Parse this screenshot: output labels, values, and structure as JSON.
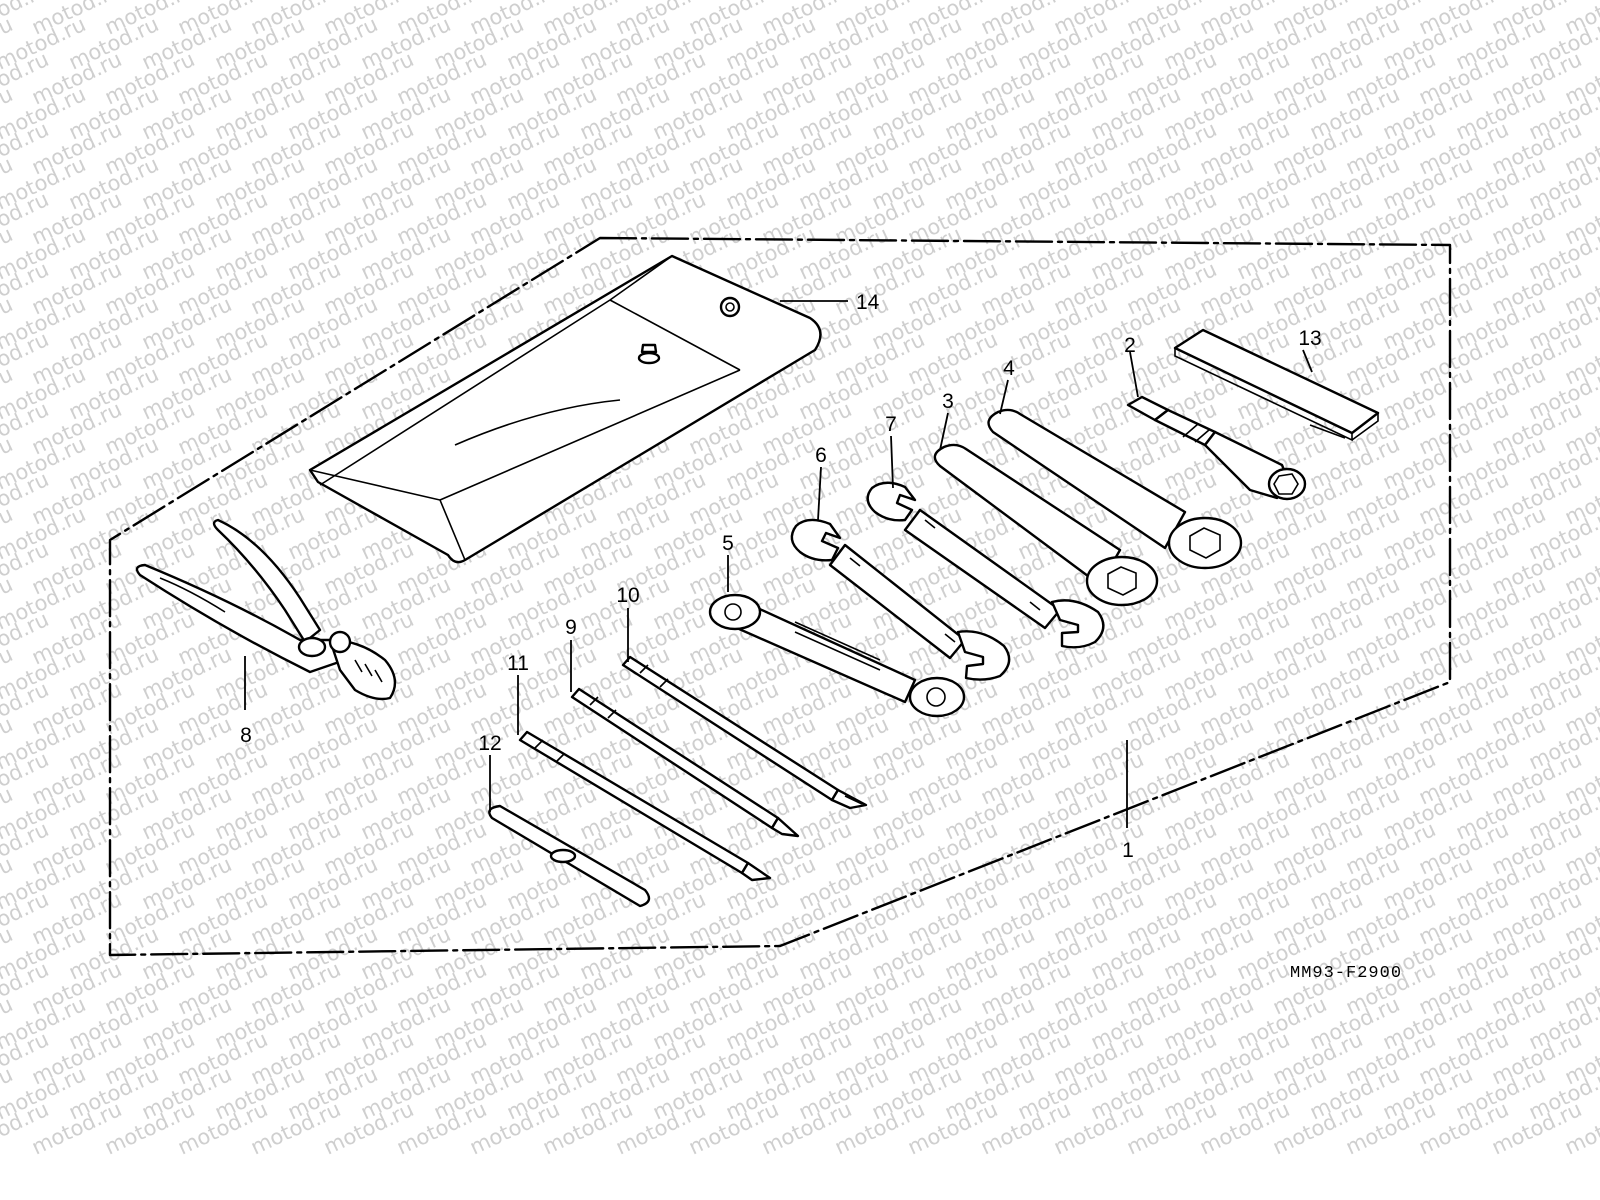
{
  "watermark": {
    "text": "motod.ru",
    "color": "#cfcfcf"
  },
  "diagram_code": "MM93-F2900",
  "callouts": {
    "c1": "1",
    "c2": "2",
    "c3": "3",
    "c4": "4",
    "c5": "5",
    "c6": "6",
    "c7": "7",
    "c8": "8",
    "c9": "9",
    "c10": "10",
    "c11": "11",
    "c12": "12",
    "c13": "13",
    "c14": "14"
  },
  "parts": [
    {
      "label": "1",
      "icon": "tool-kit-set-outline"
    },
    {
      "label": "2",
      "icon": "spark-plug-socket-wrench-icon"
    },
    {
      "label": "3",
      "icon": "box-wrench-icon"
    },
    {
      "label": "4",
      "icon": "box-wrench-icon"
    },
    {
      "label": "5",
      "icon": "combination-wrench-icon"
    },
    {
      "label": "6",
      "icon": "open-end-wrench-icon"
    },
    {
      "label": "7",
      "icon": "open-end-wrench-icon"
    },
    {
      "label": "8",
      "icon": "pliers-icon"
    },
    {
      "label": "9",
      "icon": "screwdriver-icon"
    },
    {
      "label": "10",
      "icon": "screwdriver-icon"
    },
    {
      "label": "11",
      "icon": "screwdriver-icon"
    },
    {
      "label": "12",
      "icon": "handle-bar-icon"
    },
    {
      "label": "13",
      "icon": "pin-spanner-bar-icon"
    },
    {
      "label": "14",
      "icon": "tool-bag-icon"
    }
  ]
}
